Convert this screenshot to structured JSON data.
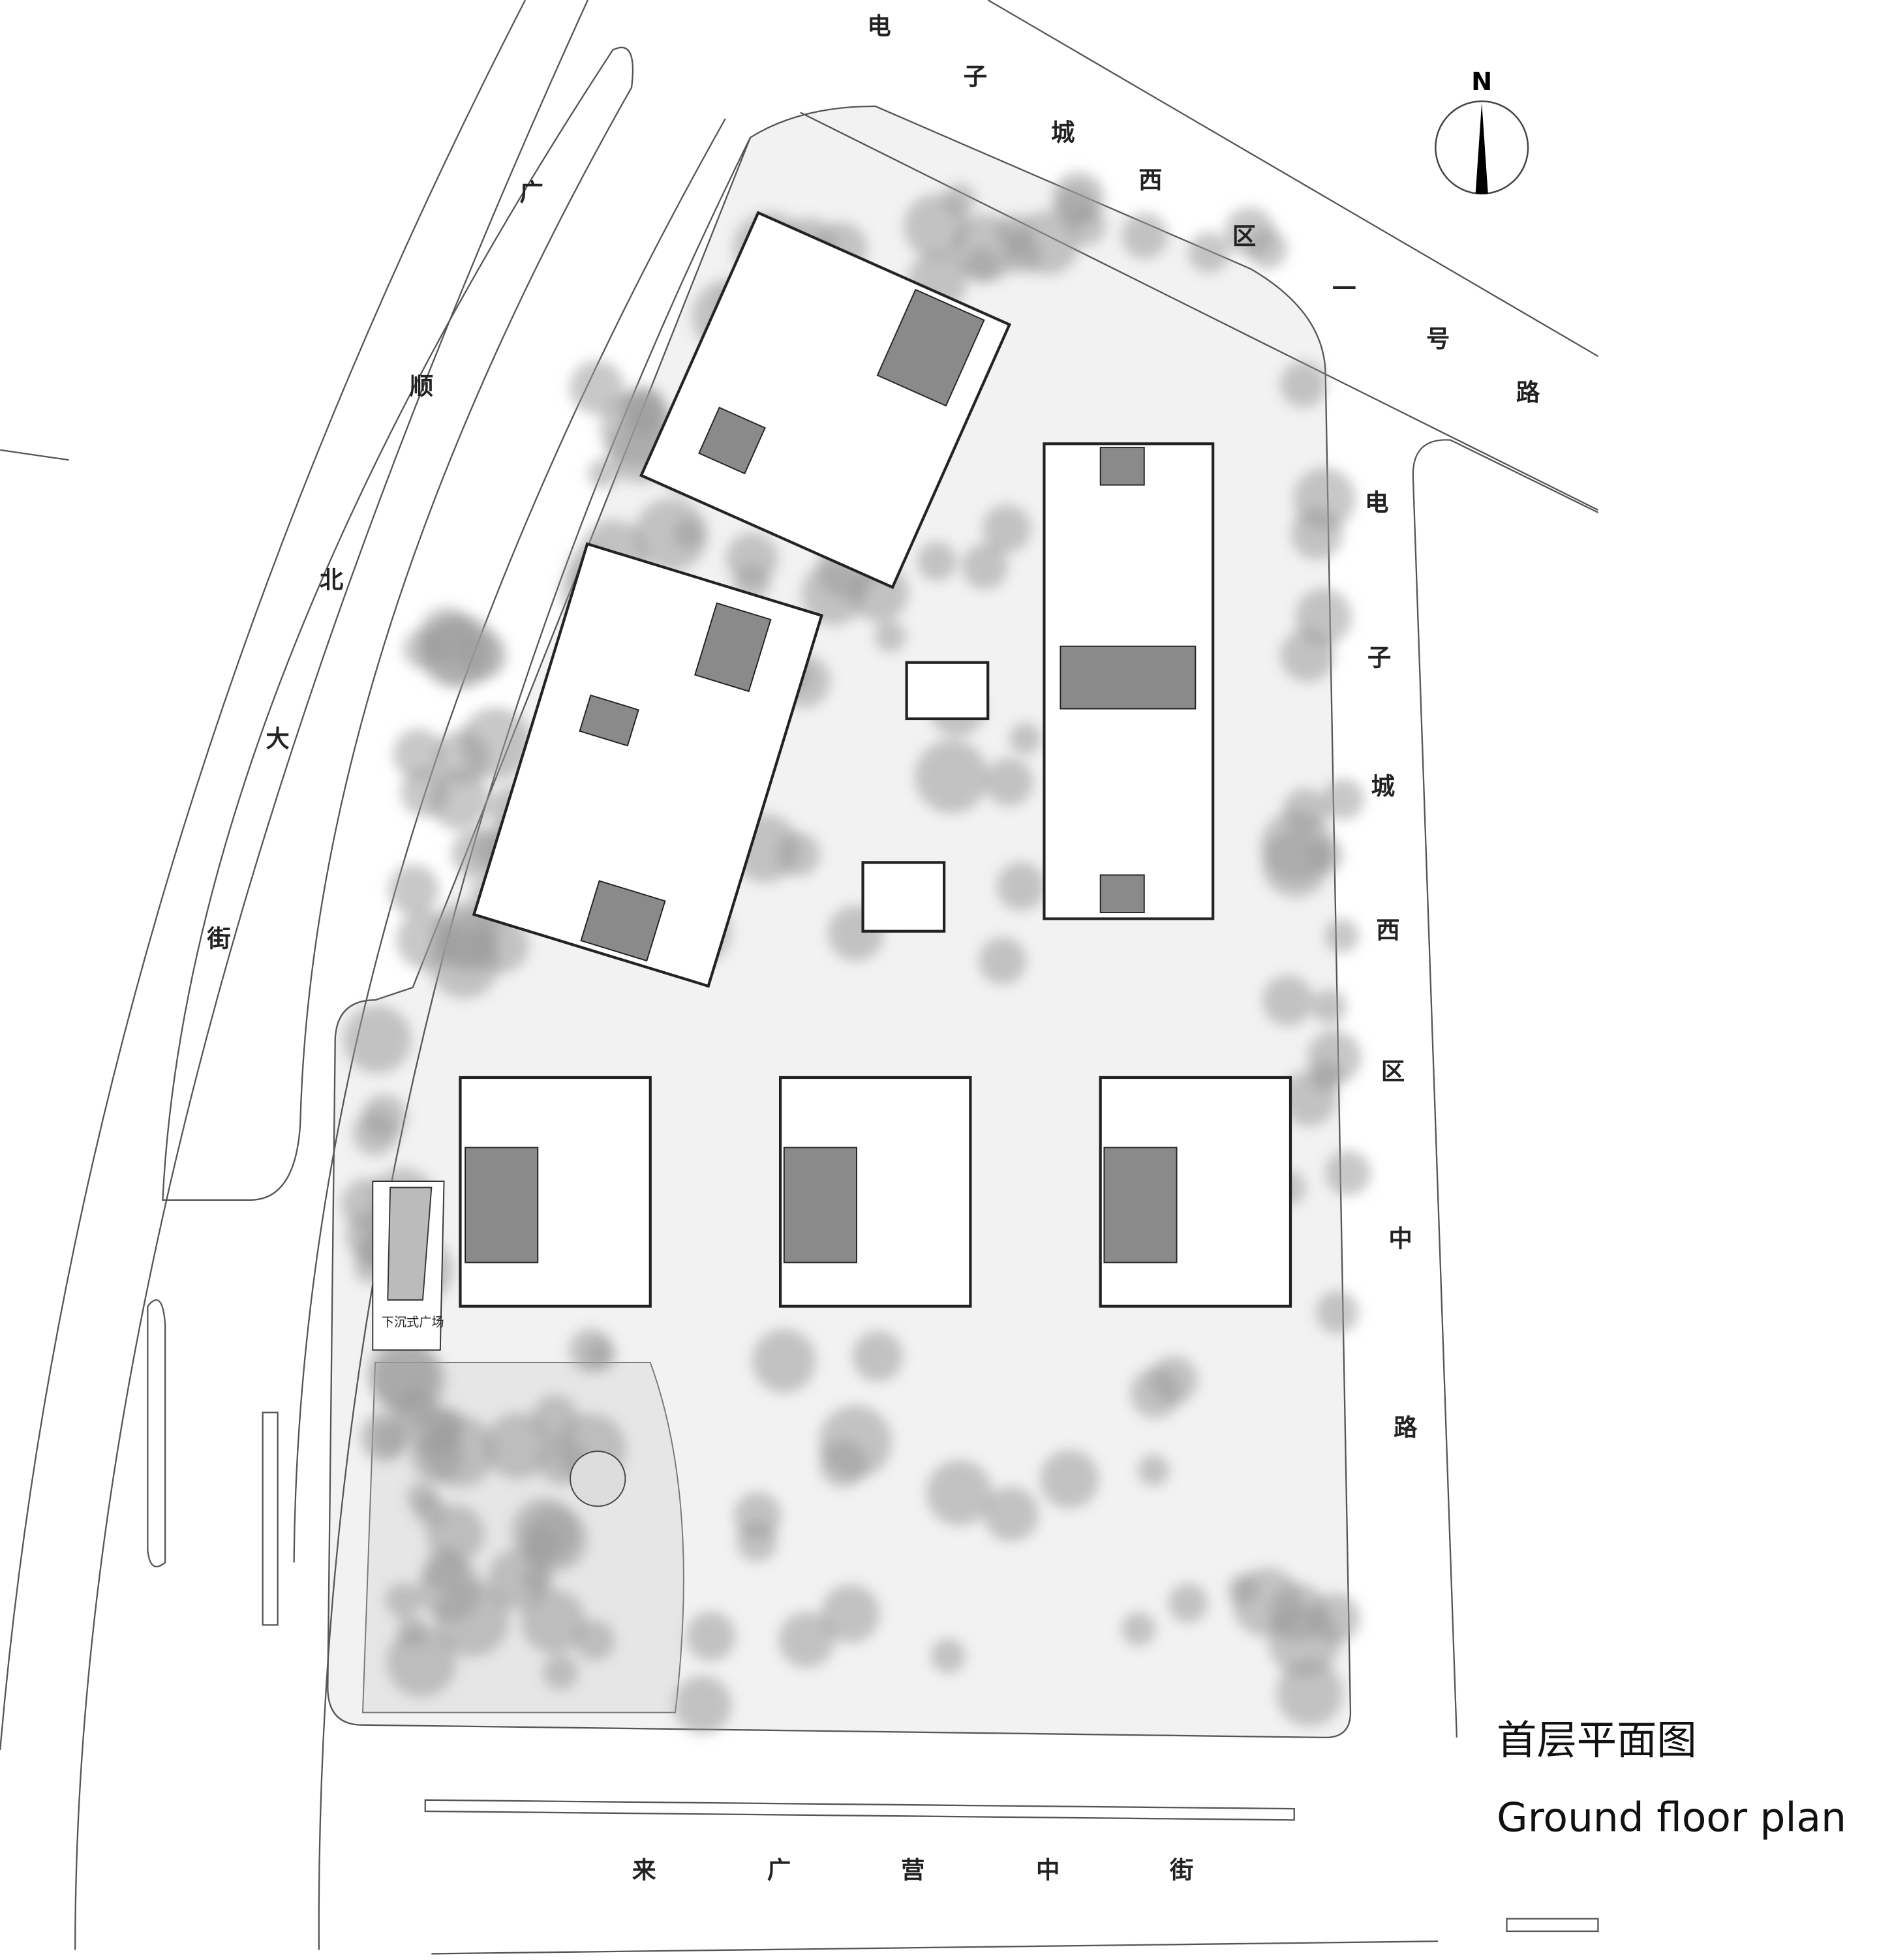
{
  "title": {
    "zh": "首层平面图",
    "en": "Ground floor plan"
  },
  "compass": {
    "label": "N"
  },
  "roads": {
    "north": "电子城西区一号路",
    "east": "电子城西区中路",
    "west": "广顺北大街",
    "south": "来广营中街"
  },
  "plaza_label": "下沉式广场",
  "colors": {
    "line": "#222222",
    "core": "#8a8a8a",
    "tree": "#9a9a9a",
    "paving": "#e8e8e8"
  }
}
